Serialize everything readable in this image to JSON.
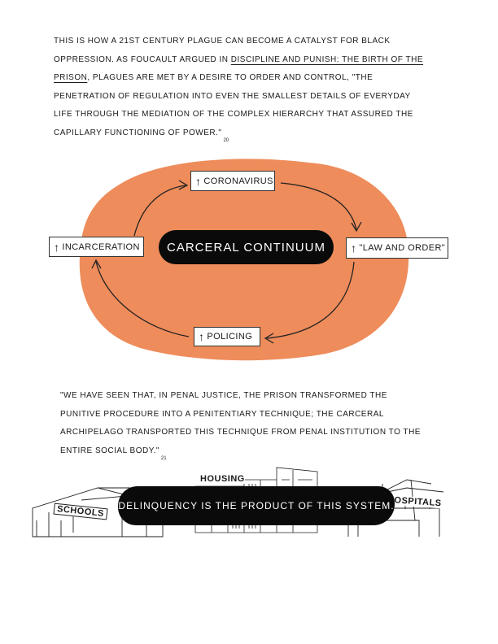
{
  "intro": {
    "lines": [
      [
        "This is how a 21st century plague can become a catalyst for Black"
      ],
      [
        "oppression. As Foucault argued in ",
        "Discipline and Punish: The Birth of the"
      ],
      [
        "Prison",
        ", plagues are met by a desire to order and control, \"The"
      ],
      [
        "penetration of regulation into even the smallest details of everyday"
      ],
      [
        "life through the mediation of the complex hierarchy that assured the"
      ],
      [
        "capillary functioning of power.\""
      ]
    ],
    "footnote": "20"
  },
  "diagram": {
    "center": "Carceral Continuum",
    "nodes": {
      "top": "Coronavirus",
      "right": "\"Law and Order\"",
      "bottom": "Policing",
      "left": "Incarceration"
    },
    "arrow_glyph": "↑",
    "blob_color": "#EE8C5B"
  },
  "quote": {
    "lines": [
      "\"We have seen that, in penal justice, the prison transformed the",
      "punitive procedure into a penitentiary technique; the carceral",
      "archipelago transported this technique from penal institution to the",
      "entire social body.\""
    ],
    "footnote": "21"
  },
  "buildings": {
    "schools": "Schools",
    "housing": "Housing",
    "hospitals": "Hospitals"
  },
  "conclusion": "Delinquency is the product of this system."
}
